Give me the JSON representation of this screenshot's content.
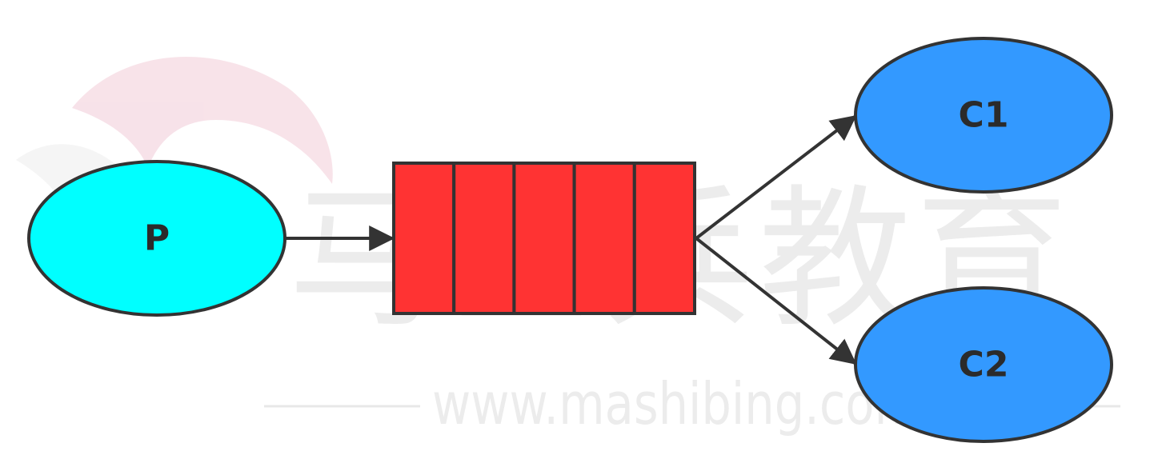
{
  "watermark": {
    "chinese": "马士兵教育",
    "url": "www.mashibing.com"
  },
  "producer": {
    "label": "P"
  },
  "queue": {
    "slots": 5
  },
  "consumers": [
    {
      "label": "C1"
    },
    {
      "label": "C2"
    }
  ],
  "colors": {
    "producer_fill": "#00ffff",
    "queue_fill": "#ff3333",
    "consumer_fill": "#3399ff",
    "stroke": "#333333",
    "logo": "#f5d9e2"
  }
}
